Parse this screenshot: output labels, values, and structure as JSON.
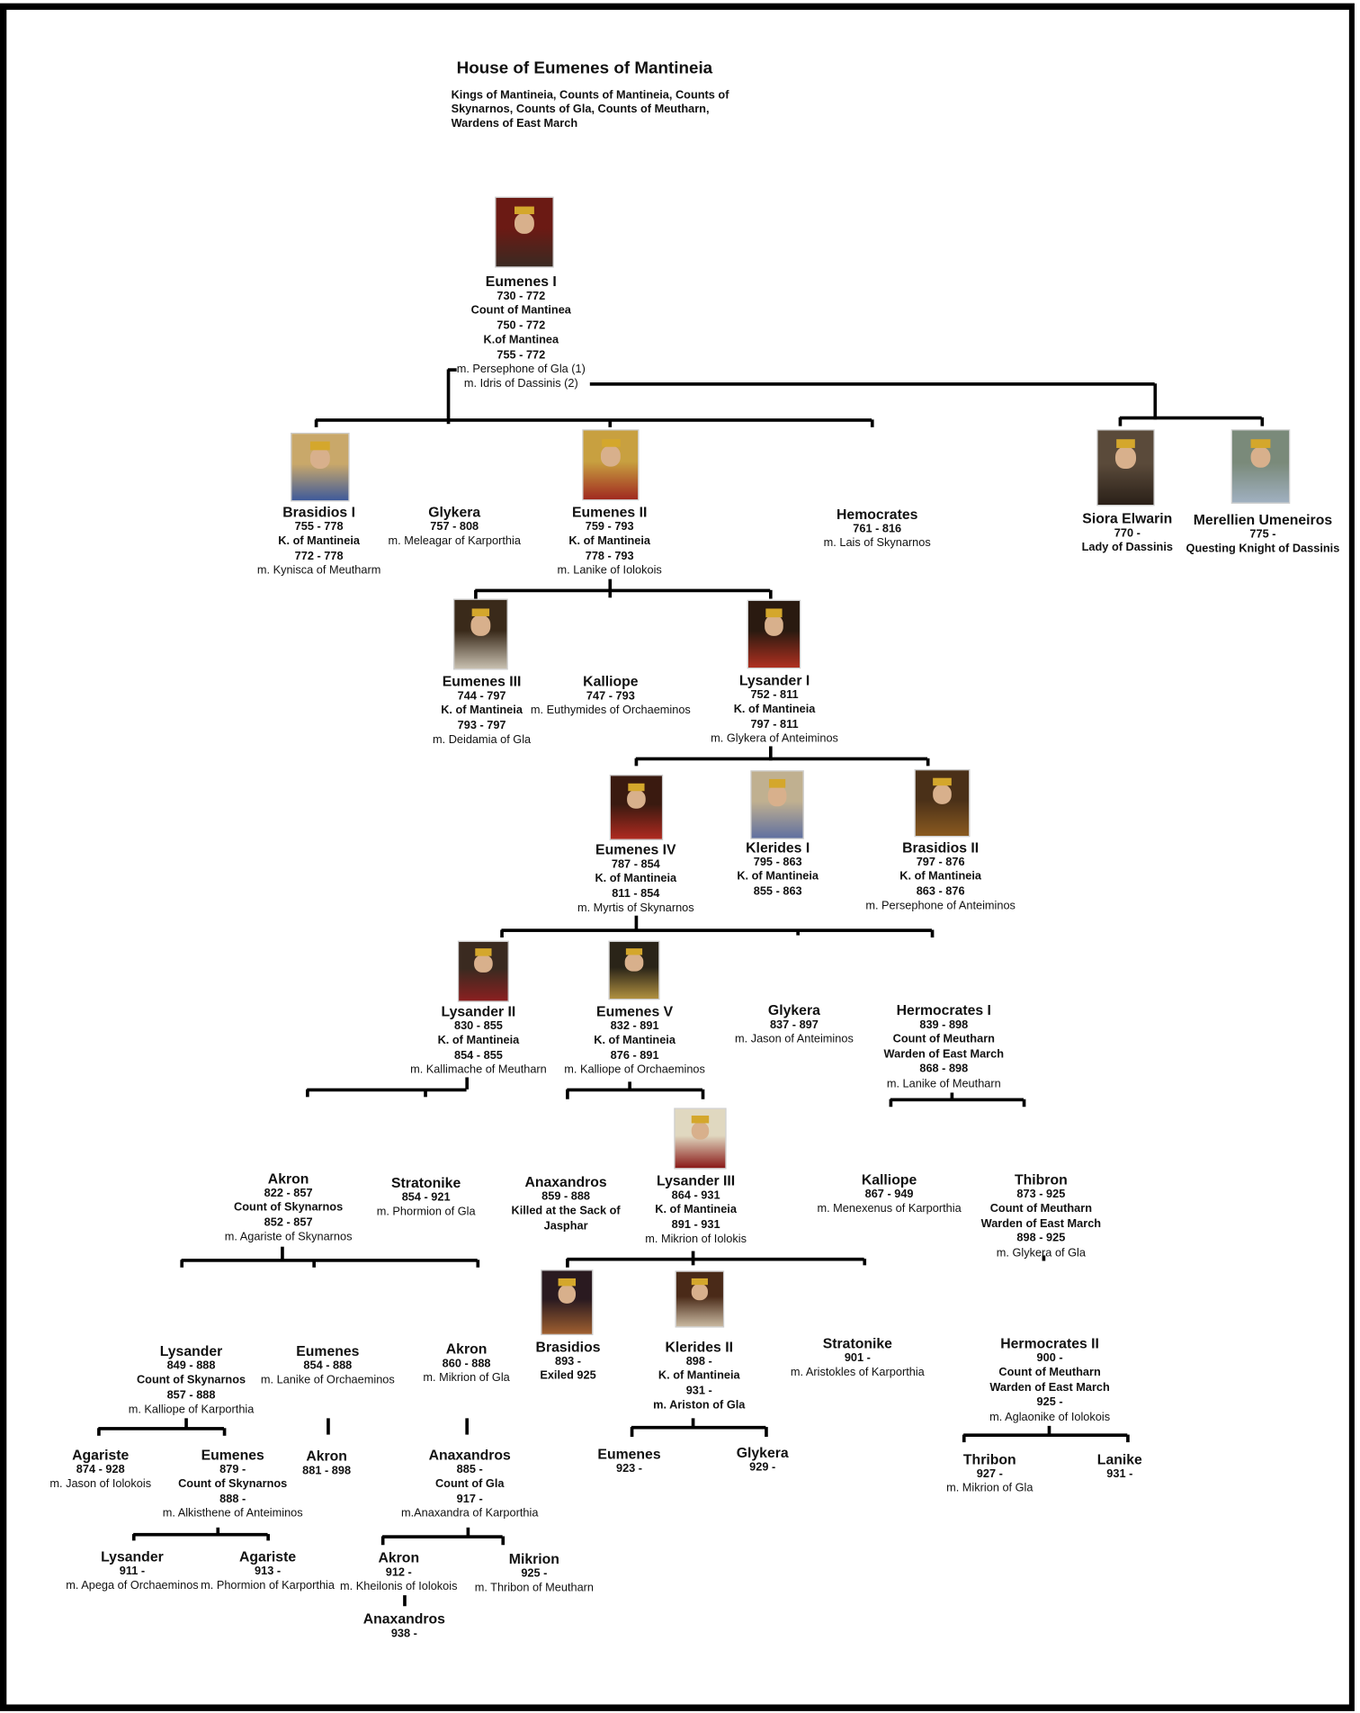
{
  "header": {
    "title": "House of Eumenes of Mantineia",
    "subtitle": "Kings of Mantineia, Counts of Mantineia, Counts of Skynarnos, Counts of Gla, Counts of Meutharn, Wardens of East March"
  },
  "people": [
    {
      "name": "Eumenes I",
      "lines": [
        "730 - 772",
        "Count of Mantinea",
        "750 - 772",
        "K.of Mantinea",
        "755 - 772",
        "m. Persephone of Gla (1)",
        "m. Idris of Dassinis (2)"
      ]
    },
    {
      "name": "Brasidios I",
      "lines": [
        "755 - 778",
        "K. of Mantineia",
        "772 - 778",
        "m. Kynisca of Meutharm"
      ]
    },
    {
      "name": "Glykera",
      "lines": [
        "757 - 808",
        "m. Meleagar of Karporthia"
      ]
    },
    {
      "name": "Eumenes II",
      "lines": [
        "759 - 793",
        "K. of Mantineia",
        "778 - 793",
        "m. Lanike of Iolokois"
      ]
    },
    {
      "name": "Hemocrates",
      "lines": [
        "761 - 816",
        "m. Lais of Skynarnos"
      ]
    },
    {
      "name": "Siora Elwarin",
      "lines": [
        "770 -",
        "Lady of Dassinis"
      ]
    },
    {
      "name": "Merellien Umeneiros",
      "lines": [
        "775 -",
        "Questing Knight of Dassinis"
      ]
    },
    {
      "name": "Eumenes III",
      "lines": [
        "744 - 797",
        "K. of Mantineia",
        "793 - 797",
        "m. Deidamia of Gla"
      ]
    },
    {
      "name": "Kalliope",
      "lines": [
        "747 - 793",
        "m. Euthymides of Orchaeminos"
      ]
    },
    {
      "name": "Lysander I",
      "lines": [
        "752 - 811",
        "K. of Mantineia",
        "797 - 811",
        "m. Glykera of Anteiminos"
      ]
    },
    {
      "name": "Eumenes IV",
      "lines": [
        "787 - 854",
        "K. of Mantineia",
        "811 - 854",
        "m. Myrtis of Skynarnos"
      ]
    },
    {
      "name": "Klerides I",
      "lines": [
        "795 - 863",
        "K. of Mantineia",
        "855 - 863"
      ]
    },
    {
      "name": "Brasidios II",
      "lines": [
        "797 - 876",
        "K. of Mantineia",
        "863 - 876",
        "m. Persephone of Anteiminos"
      ]
    },
    {
      "name": "Lysander II",
      "lines": [
        "830 - 855",
        "K. of Mantineia",
        "854 - 855",
        "m. Kallimache of Meutharn"
      ]
    },
    {
      "name": "Eumenes V",
      "lines": [
        "832 - 891",
        "K. of Mantineia",
        "876 - 891",
        "m. Kalliope of Orchaeminos"
      ]
    },
    {
      "name": "Glykera",
      "lines": [
        "837 - 897",
        "m. Jason of Anteiminos"
      ]
    },
    {
      "name": "Hermocrates I",
      "lines": [
        "839 - 898",
        "Count of Meutharn",
        "Warden of East March",
        "868 - 898",
        "m. Lanike of Meutharn"
      ]
    },
    {
      "name": "Akron",
      "lines": [
        "822 - 857",
        "Count of Skynarnos",
        "852 - 857",
        "m. Agariste of Skynarnos"
      ]
    },
    {
      "name": "Stratonike",
      "lines": [
        "854 - 921",
        "m. Phormion of Gla"
      ]
    },
    {
      "name": "Anaxandros",
      "lines": [
        "859 - 888",
        "Killed at the Sack of",
        "Jasphar"
      ]
    },
    {
      "name": "Lysander III",
      "lines": [
        "864 - 931",
        "K. of Mantineia",
        "891 - 931",
        "m. Mikrion of Iolokis"
      ]
    },
    {
      "name": "Kalliope",
      "lines": [
        "867 - 949",
        "m. Menexenus of Karporthia"
      ]
    },
    {
      "name": "Thibron",
      "lines": [
        "873 - 925",
        "Count of Meutharn",
        "Warden of East March",
        "898 - 925",
        "m. Glykera of Gla"
      ]
    },
    {
      "name": "Lysander",
      "lines": [
        "849 - 888",
        "Count of Skynarnos",
        "857 - 888",
        "m. Kalliope of Karporthia"
      ]
    },
    {
      "name": "Eumenes",
      "lines": [
        "854 - 888",
        "m. Lanike of Orchaeminos"
      ]
    },
    {
      "name": "Akron",
      "lines": [
        "860 - 888",
        "m. Mikrion of Gla"
      ]
    },
    {
      "name": "Brasidios",
      "lines": [
        "893 -",
        "Exiled 925"
      ]
    },
    {
      "name": "Klerides II",
      "lines": [
        "898 -",
        "K. of Mantineia",
        "931 -",
        "m. Ariston of Gla"
      ]
    },
    {
      "name": "Stratonike",
      "lines": [
        "901 -",
        "m. Aristokles of Karporthia"
      ]
    },
    {
      "name": "Hermocrates II",
      "lines": [
        "900 -",
        "Count of Meutharn",
        "Warden of East March",
        "925 -",
        "m. Aglaonike of Iolokois"
      ]
    },
    {
      "name": "Agariste",
      "lines": [
        "874 - 928",
        "m. Jason of Iolokois"
      ]
    },
    {
      "name": "Eumenes",
      "lines": [
        "879 -",
        "Count of Skynarnos",
        "888 -",
        "m. Alkisthene of Anteiminos"
      ]
    },
    {
      "name": "Akron",
      "lines": [
        "881 - 898"
      ]
    },
    {
      "name": "Anaxandros",
      "lines": [
        "885 -",
        "Count of Gla",
        "917 -",
        "m.Anaxandra of Karporthia"
      ]
    },
    {
      "name": "Eumenes",
      "lines": [
        "923 -"
      ]
    },
    {
      "name": "Glykera",
      "lines": [
        "929 -"
      ]
    },
    {
      "name": "Thribon",
      "lines": [
        "927 -",
        "m. Mikrion of Gla"
      ]
    },
    {
      "name": "Lanike",
      "lines": [
        "931 -"
      ]
    },
    {
      "name": "Lysander",
      "lines": [
        "911 -",
        "m. Apega of Orchaeminos"
      ]
    },
    {
      "name": "Agariste",
      "lines": [
        "913 -",
        "m. Phormion of Karporthia"
      ]
    },
    {
      "name": "Akron",
      "lines": [
        "912 -",
        "m. Kheilonis of Iolokois"
      ]
    },
    {
      "name": "Mikrion",
      "lines": [
        "925 -",
        "m. Thribon of Meutharn"
      ]
    },
    {
      "name": "Anaxandros",
      "lines": [
        "938 -"
      ]
    }
  ]
}
